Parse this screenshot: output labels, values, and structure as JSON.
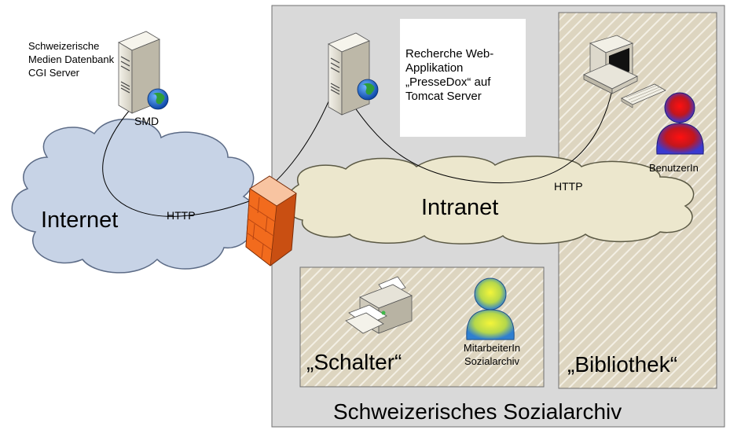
{
  "smd": {
    "description": "Schweizerische Medien Datenbank CGI Server",
    "label": "SMD"
  },
  "app": {
    "description": "Recherche Web-Applikation „PresseDox“ auf Tomcat Server"
  },
  "networks": {
    "internet": "Internet",
    "intranet": "Intranet"
  },
  "connections": {
    "http_internet": "HTTP",
    "http_intranet": "HTTP"
  },
  "users": {
    "benutzer": "BenutzerIn",
    "mitarbeiter": "MitarbeiterIn Sozialarchiv"
  },
  "zones": {
    "schalter": "„Schalter“",
    "bibliothek": "„Bibliothek“",
    "organisation": "Schweizerisches Sozialarchiv"
  },
  "icons": [
    "server-icon",
    "globe-icon",
    "firewall-icon",
    "computer-icon",
    "printer-icon",
    "person-icon",
    "cloud-icon"
  ],
  "colors": {
    "zone_gray": "#d9d9d9",
    "hatch_bg": "#ddd5c0",
    "internet_cloud": "#c7d3e6",
    "intranet_cloud": "#ece7cd",
    "firewall": "#f26b1d",
    "user_red": "#d11717",
    "user_yellow": "#e7e84a"
  }
}
